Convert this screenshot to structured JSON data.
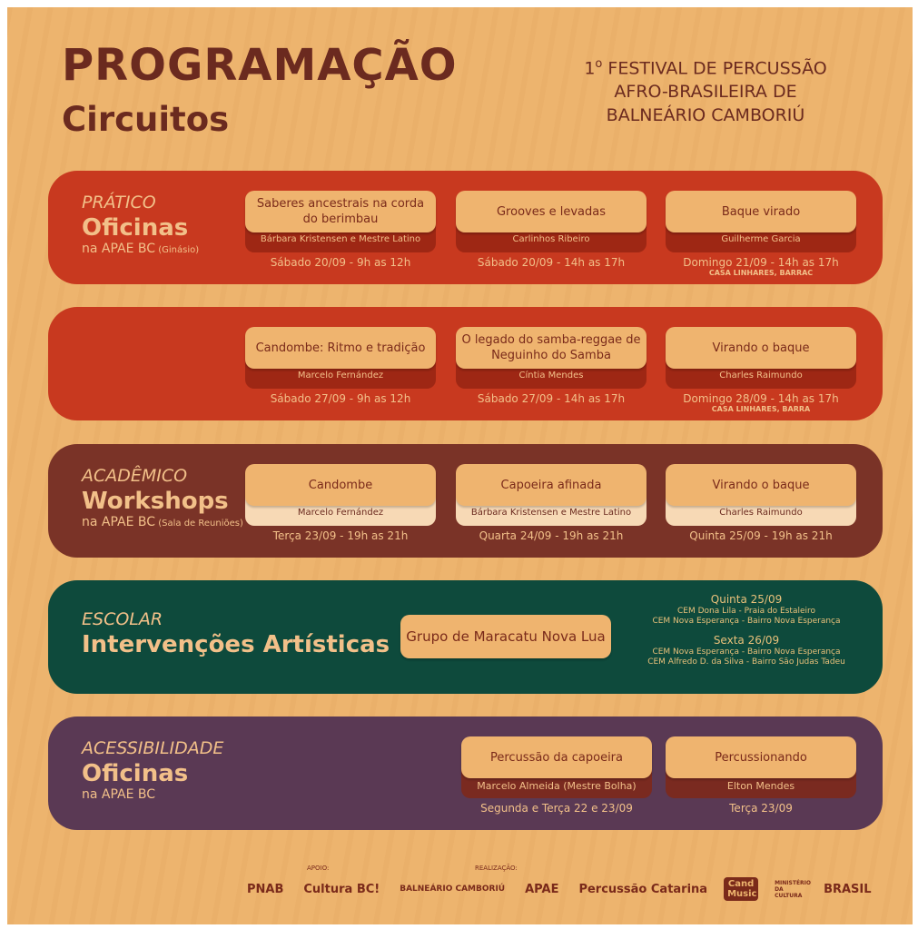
{
  "header": {
    "title": "PROGRAMAÇÃO",
    "subtitle": "Circuitos",
    "festival_ordinal": "1",
    "festival_sup": "o",
    "festival_line1": " FESTIVAL DE PERCUSSÃO",
    "festival_line2": "AFRO-BRASILEIRA DE",
    "festival_line3": "BALNEÁRIO CAMBORIÚ"
  },
  "colors": {
    "background": "#EDB46E",
    "pratico": "#C8391F",
    "academico": "#7A3327",
    "escolar": "#0E4A3C",
    "acessibilidade": "#5A3954"
  },
  "sections": [
    {
      "category": "PRÁTICO",
      "title": "Oficinas",
      "location": "na APAE BC",
      "location_note": " (Ginásio)",
      "cards": [
        {
          "title": "Saberes ancestrais na corda do berimbau",
          "by": "Bárbara Kristensen e Mestre Latino",
          "when": "Sábado 20/09 - 9h as 12h"
        },
        {
          "title": "Grooves e levadas",
          "by": "Carlinhos Ribeiro",
          "when": "Sábado 20/09 - 14h as 17h"
        },
        {
          "title": "Baque virado",
          "by": "Guilherme Garcia",
          "when": "Domingo 21/09 - 14h as 17h",
          "place": "CASA LINHARES, BARRAC"
        }
      ]
    },
    {
      "cards": [
        {
          "title": "Candombe: Ritmo e tradição",
          "by": "Marcelo Fernández",
          "when": "Sábado 27/09 - 9h as 12h"
        },
        {
          "title": "O legado do samba-reggae de Neguinho do Samba",
          "by": "Cíntia Mendes",
          "when": "Sábado 27/09 - 14h as 17h"
        },
        {
          "title": "Virando o baque",
          "by": "Charles Raimundo",
          "when": "Domingo 28/09 - 14h as 17h",
          "place": "CASA LINHARES, BARRA"
        }
      ]
    },
    {
      "category": "ACADÊMICO",
      "title": "Workshops",
      "location": "na APAE BC",
      "location_note": " (Sala de Reuniões)",
      "cards": [
        {
          "title": "Candombe",
          "by": "Marcelo Fernández",
          "when": "Terça 23/09 - 19h as 21h"
        },
        {
          "title": "Capoeira afinada",
          "by": "Bárbara Kristensen e Mestre Latino",
          "when": "Quarta 24/09 - 19h as 21h"
        },
        {
          "title": "Virando o baque",
          "by": "Charles Raimundo",
          "when": "Quinta 25/09 - 19h as 21h"
        }
      ]
    },
    {
      "category": "ESCOLAR",
      "title": "Intervenções Artísticas",
      "cards": [
        {
          "title": "Grupo de Maracatu Nova Lua"
        }
      ],
      "schedule": [
        {
          "day": "Quinta 25/09",
          "places": [
            "CEM Dona Lila - Praia do Estaleiro",
            "CEM Nova Esperança - Bairro Nova Esperança"
          ]
        },
        {
          "day": "Sexta 26/09",
          "places": [
            "CEM Nova Esperança - Bairro Nova Esperança",
            "CEM Alfredo D. da Silva - Bairro São Judas Tadeu"
          ]
        }
      ]
    },
    {
      "category": "ACESSIBILIDADE",
      "title": "Oficinas",
      "location": "na APAE BC",
      "cards": [
        {
          "title": "Percussão da capoeira",
          "by": "Marcelo Almeida (Mestre Bolha)",
          "when": "Segunda e Terça 22 e 23/09"
        },
        {
          "title": "Percussionando",
          "by": "Elton Mendes",
          "when": "Terça 23/09"
        }
      ]
    }
  ],
  "footer": {
    "apoio": "APOIO:",
    "realizacao": "REALIZAÇÃO:",
    "logos": [
      "PNAB",
      "Cultura BC!",
      "BALNEÁRIO CAMBORIÚ",
      "APAE",
      "Percussão Catarina",
      "Cand Music",
      "MINISTÉRIO DA CULTURA",
      "BRASIL"
    ]
  }
}
